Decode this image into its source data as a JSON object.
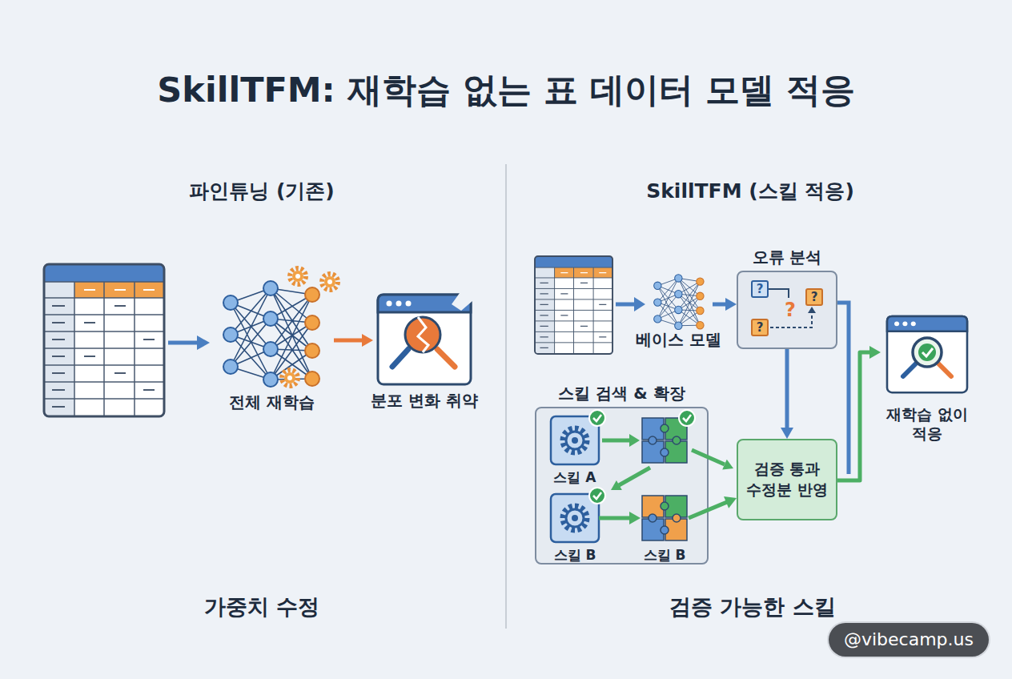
{
  "diagram": {
    "title": "SkillTFM: 재학습 없는 표 데이터 모델 적응",
    "nodes": [
      {
        "text": [
          "전체 재학습"
        ]
      },
      {
        "text": [
          "분포 변화 취약"
        ]
      },
      {
        "text": [
          "베이스 모델"
        ]
      },
      {
        "text": [
          "오류 분석"
        ]
      },
      {
        "text": [
          "스킬 검색 & 확장"
        ]
      },
      {
        "text": [
          "스킬 A"
        ],
        "in": 4
      },
      {
        "text": [
          "스킬 B"
        ],
        "in": 4
      },
      {
        "text": [
          "스킬 B"
        ],
        "in": 4
      },
      {
        "text": [
          "검증 통과 수정분 반영"
        ]
      },
      {
        "text": [
          "재학습 없이 적응"
        ]
      }
    ],
    "edges": [
      {
        "from": 0,
        "to": 1,
        "arrow": "to"
      },
      {
        "from": 2,
        "to": 3,
        "arrow": "to"
      },
      {
        "from": 3,
        "to": 8,
        "arrow": "to"
      },
      {
        "from": 6,
        "to": 7,
        "arrow": "to"
      },
      {
        "from": 7,
        "to": 8,
        "arrow": "to"
      },
      {
        "from": 8,
        "to": 9,
        "arrow": "to"
      }
    ],
    "labels": [
      "파인튜닝 (기존)",
      "SkillTFM (스킬 적응)",
      "가중치 수정",
      "검증 가능한 스킬",
      "?",
      "?",
      "?",
      "?",
      "@vibecamp.us"
    ]
  }
}
